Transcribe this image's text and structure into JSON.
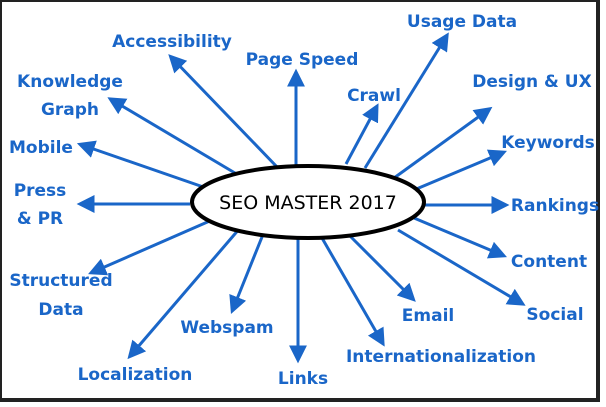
{
  "center": {
    "label": "SEO MASTER 2017"
  },
  "colors": {
    "arrow": "#1a66c8",
    "label": "#1a66c8",
    "center_text": "#000000",
    "center_border": "#000000"
  },
  "spokes": [
    {
      "id": "accessibility",
      "lines": [
        "Accessibility"
      ]
    },
    {
      "id": "page-speed",
      "lines": [
        "Page Speed"
      ]
    },
    {
      "id": "crawl",
      "lines": [
        "Crawl"
      ]
    },
    {
      "id": "usage-data",
      "lines": [
        "Usage Data"
      ]
    },
    {
      "id": "design-ux",
      "lines": [
        "Design & UX"
      ]
    },
    {
      "id": "keywords",
      "lines": [
        "Keywords"
      ]
    },
    {
      "id": "rankings",
      "lines": [
        "Rankings"
      ]
    },
    {
      "id": "content",
      "lines": [
        "Content"
      ]
    },
    {
      "id": "social",
      "lines": [
        "Social"
      ]
    },
    {
      "id": "email",
      "lines": [
        "Email"
      ]
    },
    {
      "id": "internationalization",
      "lines": [
        "Internationalization"
      ]
    },
    {
      "id": "links",
      "lines": [
        "Links"
      ]
    },
    {
      "id": "webspam",
      "lines": [
        "Webspam"
      ]
    },
    {
      "id": "localization",
      "lines": [
        "Localization"
      ]
    },
    {
      "id": "structured-data",
      "lines": [
        "Structured",
        "Data"
      ]
    },
    {
      "id": "press-pr",
      "lines": [
        "Press",
        "& PR"
      ]
    },
    {
      "id": "mobile",
      "lines": [
        "Mobile"
      ]
    },
    {
      "id": "knowledge-graph",
      "lines": [
        "Knowledge",
        "Graph"
      ]
    }
  ]
}
